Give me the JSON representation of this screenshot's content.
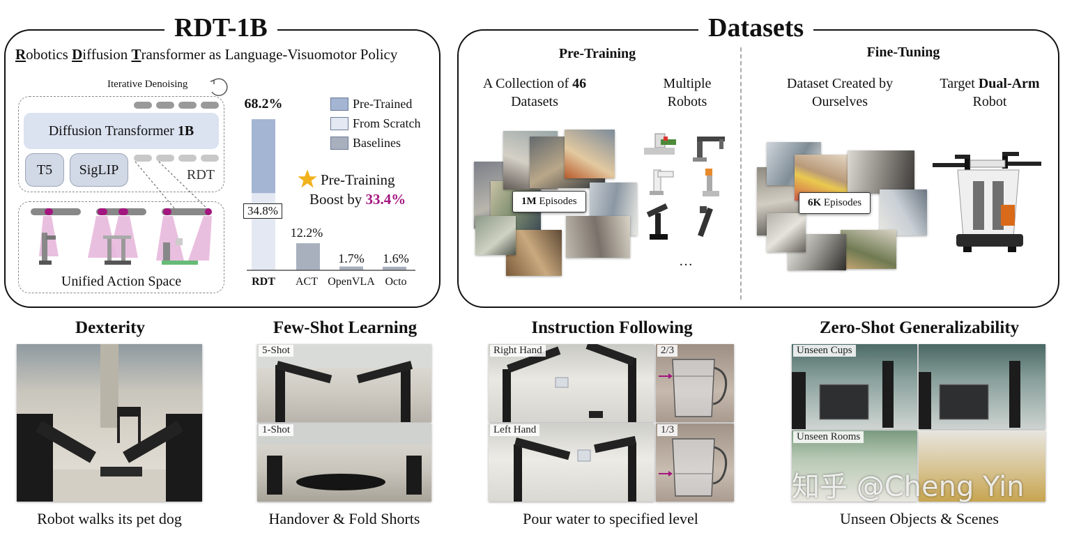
{
  "rdt": {
    "title": "RDT-1B",
    "subtitle_parts": [
      "R",
      "obotics ",
      "D",
      "iffusion ",
      "T",
      "ransformer as Language-Visuomotor Policy"
    ],
    "iterative_label": "Iterative Denoising",
    "dit_label": "Diffusion Transformer ",
    "dit_bold": "1B",
    "t5_label": "T5",
    "siglip_label": "SigLIP",
    "rdt_label": "RDT",
    "action_space_label": "Unified Action Space"
  },
  "chart_data": {
    "type": "bar",
    "categories": [
      "RDT",
      "ACT",
      "OpenVLA",
      "Octo"
    ],
    "series": [
      {
        "name": "Pre-Trained",
        "values": [
          68.2,
          null,
          null,
          null
        ]
      },
      {
        "name": "From Scratch",
        "values": [
          34.8,
          null,
          null,
          null
        ]
      },
      {
        "name": "Baselines",
        "values": [
          null,
          12.2,
          1.7,
          1.6
        ]
      }
    ],
    "value_labels": [
      "68.2%",
      "34.8%",
      "12.2%",
      "1.7%",
      "1.6%"
    ],
    "ylim": [
      0,
      70
    ],
    "legend": [
      "Pre-Trained",
      "From Scratch",
      "Baselines"
    ],
    "legend_position": "top-right",
    "colors": {
      "pretrained": "#a4b4d3",
      "scratch": "#e3e8f2",
      "baseline": "#a8b0be"
    },
    "annotation": {
      "line1": "Pre-Training",
      "line2_prefix": "Boost by ",
      "line2_value": "33.4%",
      "value_color": "#a3167f"
    }
  },
  "datasets": {
    "title": "Datasets",
    "pretraining_head": "Pre-Training",
    "finetuning_head": "Fine-Tuning",
    "collection_l1_prefix": "A Collection of ",
    "collection_l1_bold": "46",
    "collection_l2": "Datasets",
    "robots_l1": "Multiple",
    "robots_l2": "Robots",
    "ellipsis": "…",
    "ours_l1": "Dataset Created by",
    "ours_l2": "Ourselves",
    "target_l1_prefix": "Target ",
    "target_l1_bold": "Dual-Arm",
    "target_l2": "Robot",
    "episodes_big_bold": "1M",
    "episodes_big_rest": " Episodes",
    "episodes_small_bold": "6K",
    "episodes_small_rest": " Episodes"
  },
  "sections": {
    "dexterity": {
      "title": "Dexterity",
      "caption": "Robot walks its pet dog"
    },
    "fewshot": {
      "title": "Few-Shot Learning",
      "caption": "Handover & Fold Shorts",
      "tag_top": "5-Shot",
      "tag_bottom": "1-Shot"
    },
    "instruction": {
      "title": "Instruction Following",
      "caption": "Pour water to specified level",
      "tag_right": "Right Hand",
      "tag_left": "Left Hand",
      "tag_23": "2/3",
      "tag_13": "1/3"
    },
    "zeroshot": {
      "title": "Zero-Shot Generalizability",
      "caption": "Unseen Objects & Scenes",
      "tag_cups": "Unseen Cups",
      "tag_rooms": "Unseen Rooms"
    }
  },
  "watermark": "知乎 @Cheng Yin"
}
